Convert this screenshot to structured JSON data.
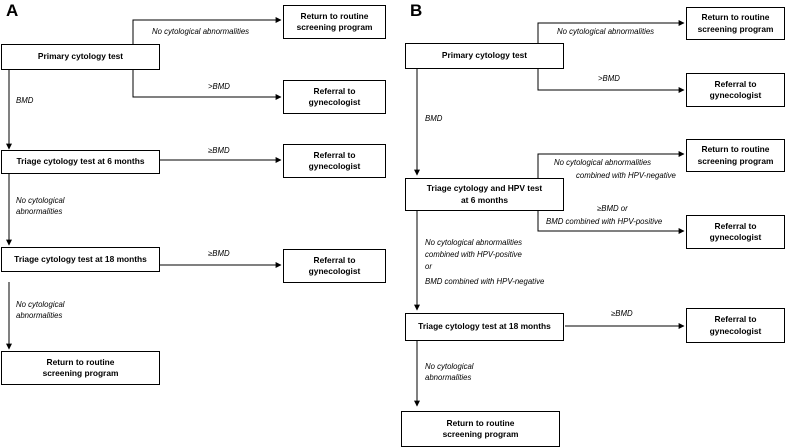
{
  "panels": {
    "a": {
      "letter": "A",
      "boxes": {
        "return1": "Return to routine\nscreening program",
        "primary": "Primary cytology test",
        "referral1": "Referral to\ngynecologist",
        "triage6": "Triage cytology test at 6 months",
        "referral2": "Referral to\ngynecologist",
        "triage18": "Triage cytology test at 18 months",
        "referral3": "Referral to\ngynecologist",
        "return2": "Return to routine\nscreening program"
      },
      "labels": {
        "no_abn_top": "No cytological abnormalities",
        "gt_bmd": ">BMD",
        "bmd": "BMD",
        "ge_bmd_6": "≥BMD",
        "no_abn_6": "No cytological\nabnormalities",
        "ge_bmd_18": "≥BMD",
        "no_abn_18": "No cytological\nabnormalities"
      }
    },
    "b": {
      "letter": "B",
      "boxes": {
        "return1": "Return to routine\nscreening program",
        "primary": "Primary cytology test",
        "referral1": "Referral to\ngynecologist",
        "return_hpv": "Return to routine\nscreening program",
        "triage6": "Triage cytology and HPV test\nat 6 months",
        "referral2": "Referral to\ngynecologist",
        "triage18": "Triage cytology test at 18 months",
        "referral3": "Referral to\ngynecologist",
        "return2": "Return to routine\nscreening program"
      },
      "labels": {
        "no_abn_top": "No cytological abnormalities",
        "gt_bmd": ">BMD",
        "bmd": "BMD",
        "no_abn_hpv_1": "No cytological abnormalities",
        "no_abn_hpv_2": "combined with HPV-negative",
        "ge_bmd_or": "≥BMD or",
        "bmd_hpv_pos": "BMD combined with HPV-positive",
        "down_1": "No cytological abnormalities",
        "down_2": "combined with HPV-positive",
        "down_3": "or",
        "down_4": "BMD combined with HPV-negative",
        "ge_bmd_18": "≥BMD",
        "no_abn_18": "No cytological\nabnormalities"
      }
    }
  }
}
